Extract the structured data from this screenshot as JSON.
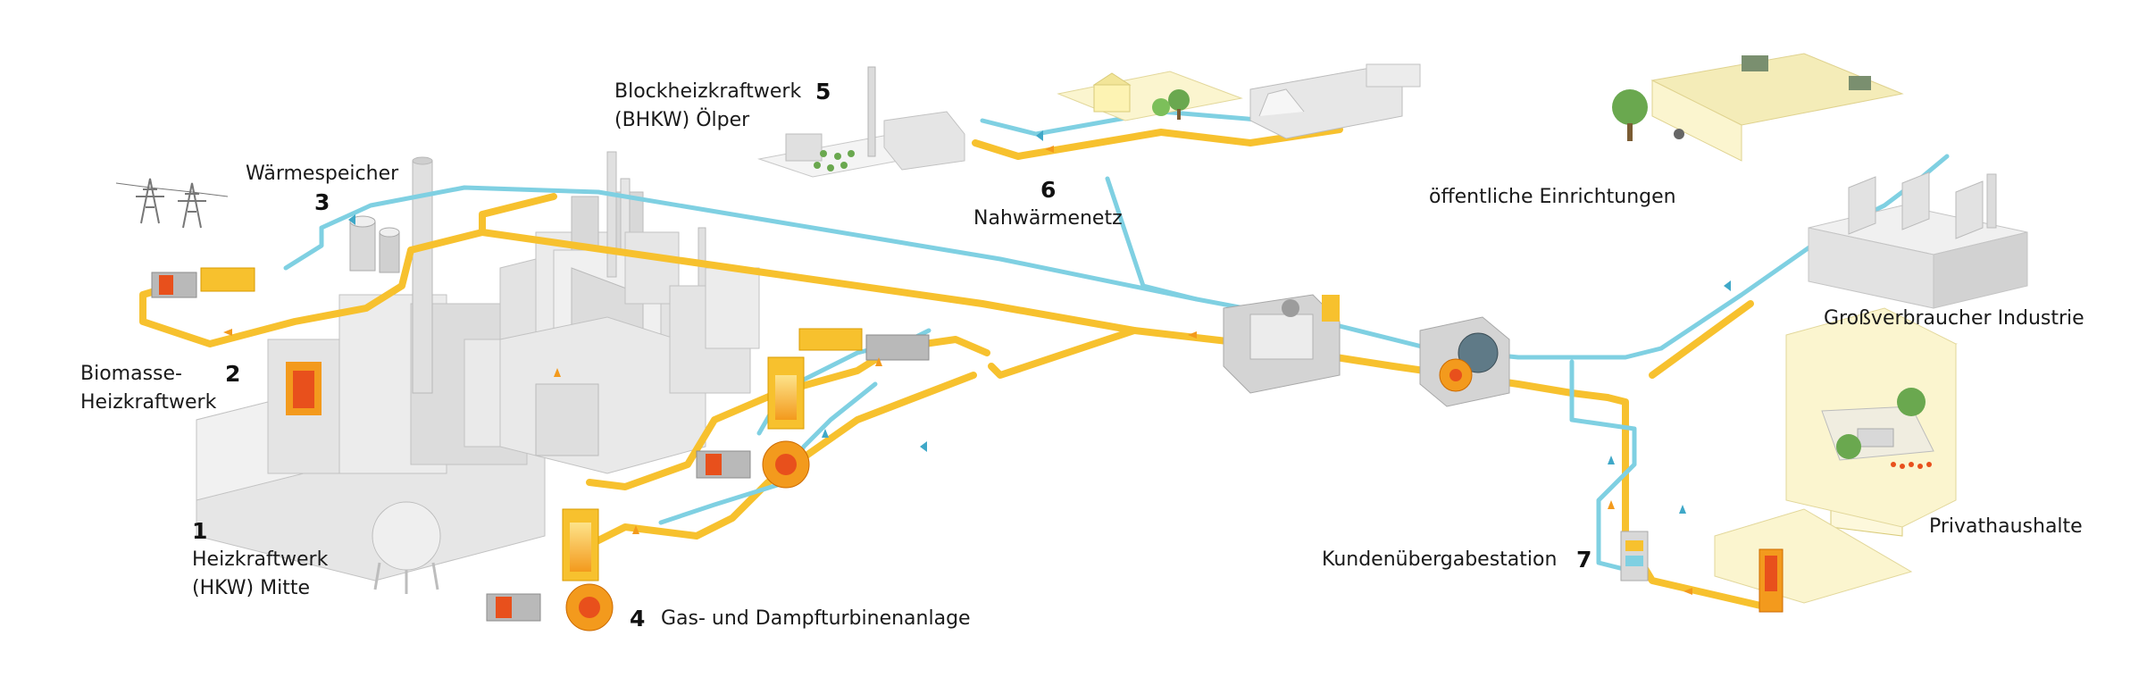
{
  "labels": {
    "hkw_num": "1",
    "hkw_line1": "Heizkraftwerk",
    "hkw_line2": "(HKW) Mitte",
    "biomasse_num": "2",
    "biomasse_line1": "Biomasse-",
    "biomasse_line2": "Heizkraftwerk",
    "waermespeicher_title": "Wärmespeicher",
    "waermespeicher_num": "3",
    "gud_num": "4",
    "gud_label": "Gas- und Dampfturbinenanlage",
    "bhkw_line1": "Blockheizkraftwerk",
    "bhkw_num": "5",
    "bhkw_line2": "(BHKW) Ölper",
    "nahwaerme_num": "6",
    "nahwaerme_label": "Nahwärmenetz",
    "oeffentlich_label": "öffentliche Einrichtungen",
    "industrie_label": "Großverbraucher Industrie",
    "privat_label": "Privathaushalte",
    "kunden_label": "Kundenübergabestation",
    "kunden_num": "7"
  },
  "colors": {
    "supply_pipe": "#f7c12e",
    "return_pipe": "#7fd0e2",
    "building": "#e6e6e6",
    "building_shade": "#c9c9c9",
    "building_light": "#f4f4f4",
    "heat_orange": "#f39a1d",
    "heat_core": "#e8501c",
    "house_bg": "#fbf5cf",
    "tree_green": "#6aa84f"
  }
}
